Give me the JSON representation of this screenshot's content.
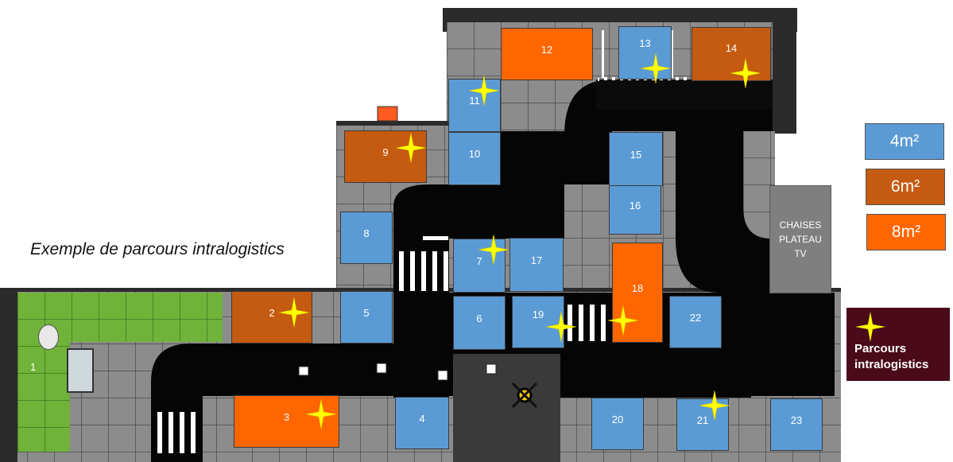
{
  "title": "Exemple de parcours intralogistics",
  "colors": {
    "zone_4m2": "#5b9bd5",
    "zone_6m2": "#c55a11",
    "zone_8m2": "#ff6600",
    "road": "#050505",
    "floor": "#8c8c8c",
    "grass": "#6fb33a",
    "star": "#ffff00",
    "parcours_bg": "#4a0a1a"
  },
  "zones": [
    {
      "id": "1",
      "size": "grass"
    },
    {
      "id": "2",
      "size": "6m2",
      "star": true
    },
    {
      "id": "3",
      "size": "8m2",
      "star": true
    },
    {
      "id": "4",
      "size": "4m2"
    },
    {
      "id": "5",
      "size": "4m2"
    },
    {
      "id": "6",
      "size": "4m2"
    },
    {
      "id": "7",
      "size": "4m2",
      "star": true
    },
    {
      "id": "8",
      "size": "4m2"
    },
    {
      "id": "9",
      "size": "6m2",
      "star": true
    },
    {
      "id": "10",
      "size": "4m2"
    },
    {
      "id": "11",
      "size": "4m2",
      "star": true
    },
    {
      "id": "12",
      "size": "8m2"
    },
    {
      "id": "13",
      "size": "4m2",
      "star": true
    },
    {
      "id": "14",
      "size": "6m2",
      "star": true
    },
    {
      "id": "15",
      "size": "4m2"
    },
    {
      "id": "16",
      "size": "4m2"
    },
    {
      "id": "17",
      "size": "4m2"
    },
    {
      "id": "18",
      "size": "8m2",
      "star": true
    },
    {
      "id": "19",
      "size": "4m2",
      "star": true
    },
    {
      "id": "20",
      "size": "4m2"
    },
    {
      "id": "21",
      "size": "4m2",
      "star": true
    },
    {
      "id": "22",
      "size": "4m2"
    },
    {
      "id": "23",
      "size": "4m2"
    }
  ],
  "chaises": {
    "line1": "CHAISES",
    "line2": "PLATEAU",
    "line3": "TV"
  },
  "legend": {
    "small": "4m²",
    "medium": "6m²",
    "large": "8m²",
    "parcours_line1": "Parcours",
    "parcours_line2": "intralogistics"
  }
}
